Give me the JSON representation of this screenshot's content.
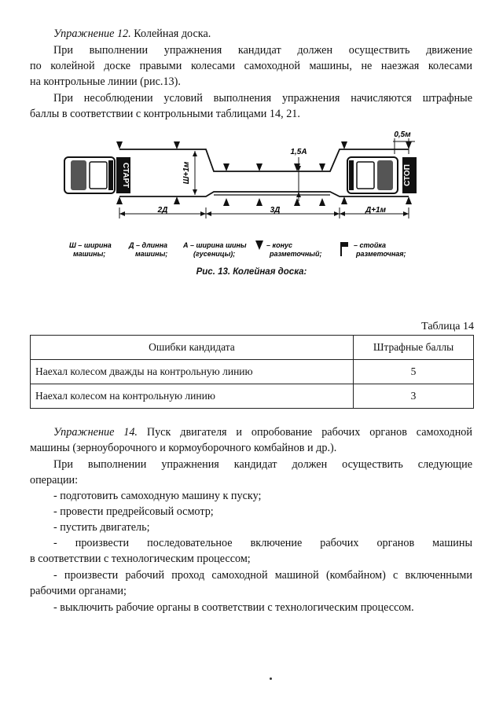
{
  "exercise12": {
    "title": "Упражнение 12.",
    "title_rest": " Колейная доска.",
    "p1_line1": "При выполнении упражнения кандидат должен осуществить движение",
    "p1_line2": "по колейной доске правыми колесами самоходной машины, не наезжая колесами",
    "p1_line3": "на контрольные линии (рис.13).",
    "p2_line1": "При несоблюдении условий выполнения упражнения начисляются штрафные",
    "p2_line2": "баллы в соответствии с контрольными таблицами 14, 21."
  },
  "figure": {
    "start_label": "СТАРТ",
    "stop_label": "СТОП",
    "dim_w": "Ш+1м",
    "dim_2d": "2Д",
    "dim_3d": "3Д",
    "dim_d1": "Д+1м",
    "dim_15a": "1,5А",
    "dim_05": "0,5м",
    "legend": {
      "w1": "Ш – ширина",
      "w2": "машины;",
      "d1": "Д – длинна",
      "d2": "машины;",
      "a1": "А – ширина шины",
      "a2": "(гусеницы);",
      "cone1": "– конус",
      "cone2": "разметочный;",
      "post1": "– стойка",
      "post2": "разметочная;"
    },
    "caption": "Рис. 13. Колейная доска:"
  },
  "table14": {
    "caption": "Таблица 14",
    "headers": [
      "Ошибки кандидата",
      "Штрафные баллы"
    ],
    "rows": [
      [
        "Наехал колесом дважды на контрольную линию",
        "5"
      ],
      [
        "Наехал колесом на контрольную линию",
        "3"
      ]
    ]
  },
  "exercise14": {
    "title": "Упражнение 14.",
    "title_rest": " Пуск двигателя и опробование рабочих органов самоходной",
    "line2": "машины (зерноуборочного и кормоуборочного комбайнов и др.).",
    "p2_line1": "При выполнении упражнения кандидат должен осуществить следующие",
    "p2_line2": "операции:",
    "items": [
      "- подготовить самоходную машину к пуску;",
      "- провести предрейсовый осмотр;",
      "- пустить двигатель;",
      "- произвести последовательное включение рабочих органов машины",
      "в соответствии с технологическим процессом;",
      "- произвести рабочий проход самоходной машиной (комбайном) с включенными",
      "рабочими органами;",
      "- выключить рабочие органы в соответствии с технологическим процессом."
    ]
  }
}
